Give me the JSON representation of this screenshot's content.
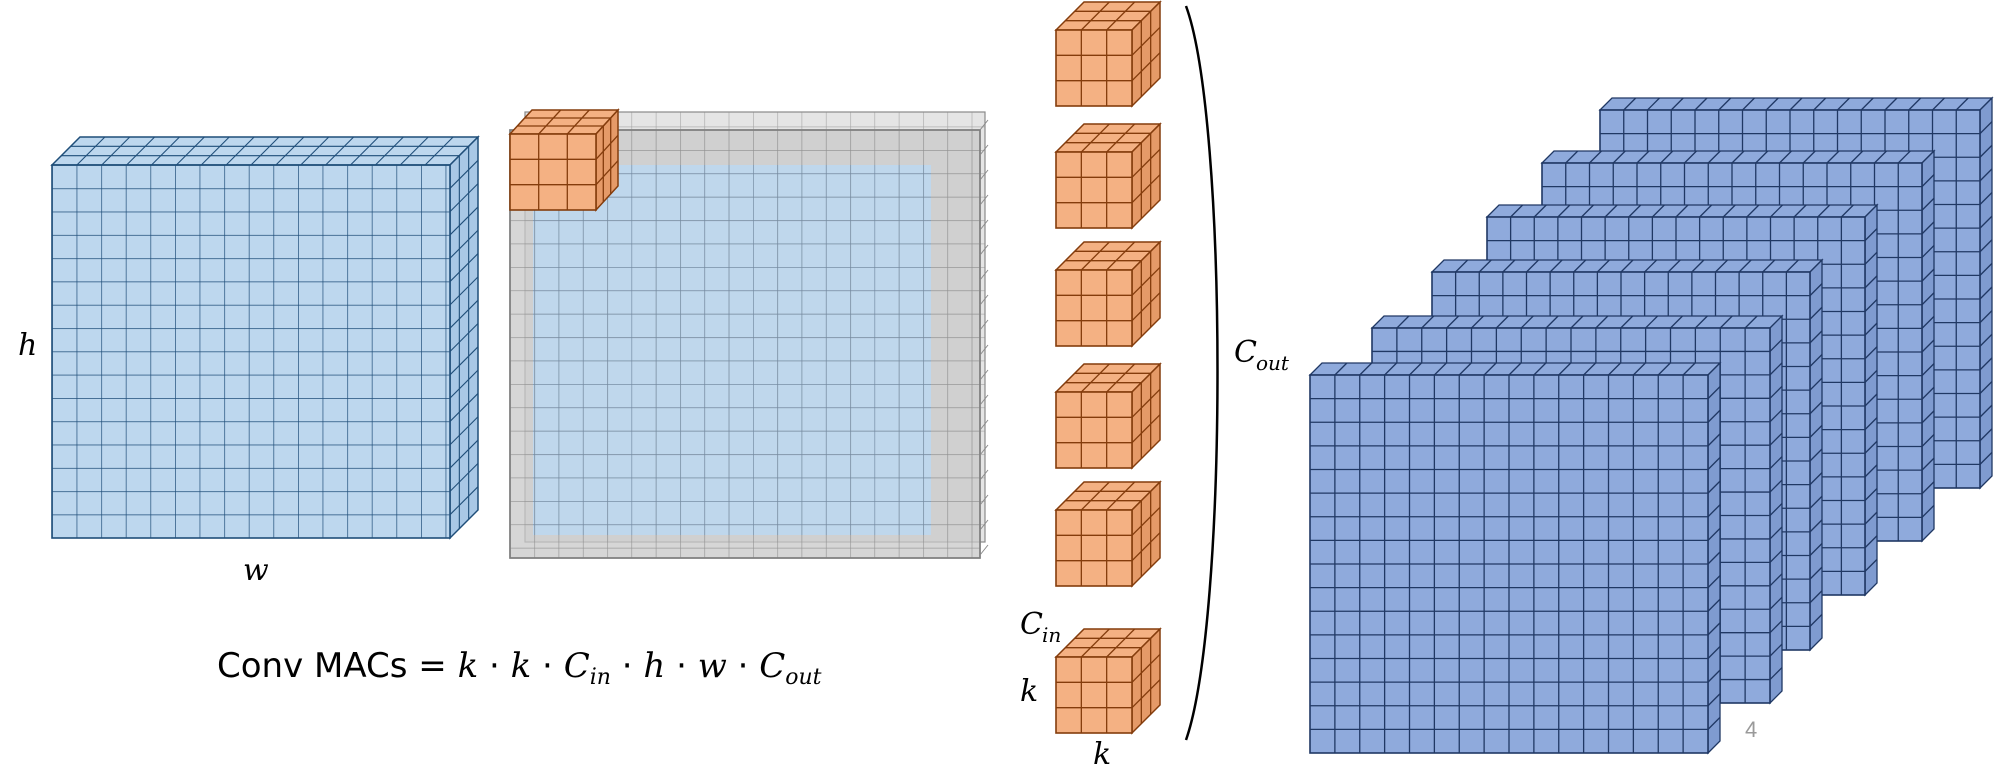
{
  "labels": {
    "h": "h",
    "w": "w",
    "c_in_main": "C",
    "c_in_sub": "in",
    "k_side": "k",
    "k_bottom": "k",
    "c_out_main": "C",
    "c_out_sub": "out"
  },
  "formula": {
    "prefix": "Conv MACs",
    "equals": " = ",
    "k1": "k",
    "k2": "k",
    "c": "C",
    "c_in_sub": "in",
    "h": "h",
    "w": "w",
    "c2": "C",
    "c_out_sub": "out",
    "dot": " · "
  },
  "page_number": "4",
  "colors": {
    "input_face": "#bdd7ee",
    "input_grid": "#1f4e79",
    "kernel_face": "#f4b183",
    "kernel_grid": "#843c0c",
    "output_face": "#8faadc",
    "output_grid": "#203864",
    "padding_face": "#c8c8c8",
    "padding_grid": "#7f7f7f"
  }
}
